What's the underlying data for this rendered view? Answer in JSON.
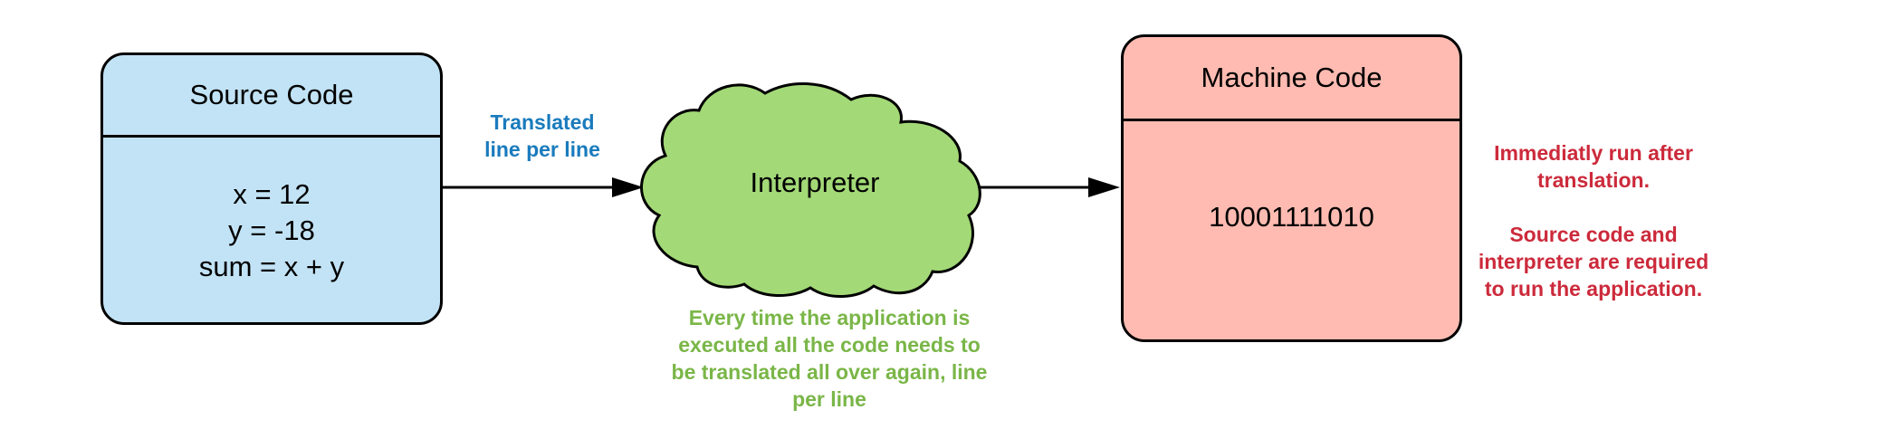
{
  "source_box": {
    "title": "Source Code",
    "lines": [
      "x = 12",
      "y = -18",
      "sum = x + y"
    ],
    "fill": "#c2e3f5"
  },
  "translated_note": {
    "lines": [
      "Translated",
      "line per line"
    ],
    "color": "#1a7bbd"
  },
  "interpreter": {
    "label": "Interpreter",
    "fill": "#a3d977"
  },
  "interpreter_note": {
    "lines": [
      "Every time the application is",
      "executed all the code needs to",
      "be translated all over again, line",
      "per line"
    ],
    "color": "#7ab648"
  },
  "machine_box": {
    "title": "Machine Code",
    "value": "10001111010",
    "fill": "#ffbbb1"
  },
  "machine_note": {
    "paragraph1": [
      "Immediatly run after",
      "translation."
    ],
    "paragraph2": [
      "Source code and",
      "interpreter are required",
      "to run the application."
    ],
    "color": "#cc2a3b"
  }
}
